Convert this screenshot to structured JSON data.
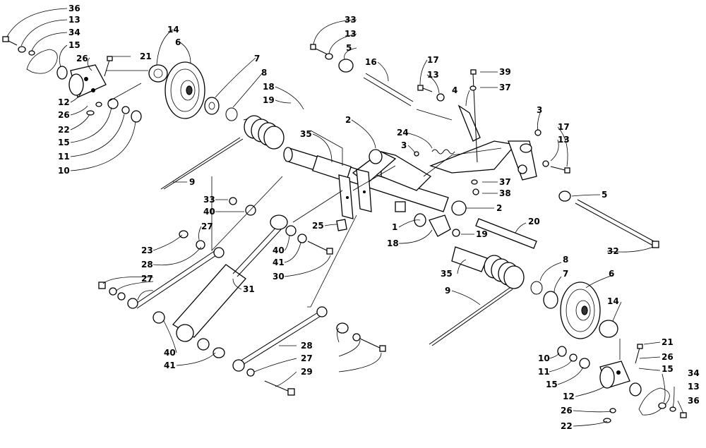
{
  "callouts": [
    {
      "id": "c1",
      "text": "36"
    },
    {
      "id": "c2",
      "text": "13"
    },
    {
      "id": "c3",
      "text": "34"
    },
    {
      "id": "c4",
      "text": "15"
    },
    {
      "id": "c5",
      "text": "26"
    },
    {
      "id": "c6",
      "text": "21"
    },
    {
      "id": "c7",
      "text": "14"
    },
    {
      "id": "c8",
      "text": "6"
    },
    {
      "id": "c9",
      "text": "12"
    },
    {
      "id": "c10",
      "text": "26"
    },
    {
      "id": "c11",
      "text": "22"
    },
    {
      "id": "c12",
      "text": "15"
    },
    {
      "id": "c13",
      "text": "11"
    },
    {
      "id": "c14",
      "text": "10"
    },
    {
      "id": "c15",
      "text": "7"
    },
    {
      "id": "c16",
      "text": "8"
    },
    {
      "id": "c17",
      "text": "18"
    },
    {
      "id": "c18",
      "text": "19"
    },
    {
      "id": "c19",
      "text": "35"
    },
    {
      "id": "c20",
      "text": "9"
    },
    {
      "id": "c21",
      "text": "33"
    },
    {
      "id": "c22",
      "text": "40"
    },
    {
      "id": "c23",
      "text": "27"
    },
    {
      "id": "c24",
      "text": "23"
    },
    {
      "id": "c25",
      "text": "28"
    },
    {
      "id": "c26",
      "text": "27"
    },
    {
      "id": "c27",
      "text": "31"
    },
    {
      "id": "c28",
      "text": "40"
    },
    {
      "id": "c29",
      "text": "41"
    },
    {
      "id": "c30",
      "text": "40"
    },
    {
      "id": "c31",
      "text": "41"
    },
    {
      "id": "c32",
      "text": "30"
    },
    {
      "id": "c33",
      "text": "25"
    },
    {
      "id": "c34",
      "text": "33"
    },
    {
      "id": "c35",
      "text": "13"
    },
    {
      "id": "c36",
      "text": "5"
    },
    {
      "id": "c37",
      "text": "16"
    },
    {
      "id": "c38",
      "text": "17"
    },
    {
      "id": "c39",
      "text": "13"
    },
    {
      "id": "c40",
      "text": "4"
    },
    {
      "id": "c41",
      "text": "39"
    },
    {
      "id": "c42",
      "text": "37"
    },
    {
      "id": "c43",
      "text": "2"
    },
    {
      "id": "c44",
      "text": "24"
    },
    {
      "id": "c45",
      "text": "3"
    },
    {
      "id": "c46",
      "text": "3"
    },
    {
      "id": "c47",
      "text": "17"
    },
    {
      "id": "c48",
      "text": "13"
    },
    {
      "id": "c49",
      "text": "37"
    },
    {
      "id": "c50",
      "text": "38"
    },
    {
      "id": "c51",
      "text": "5"
    },
    {
      "id": "c52",
      "text": "2"
    },
    {
      "id": "c53",
      "text": "1"
    },
    {
      "id": "c54",
      "text": "18"
    },
    {
      "id": "c55",
      "text": "19"
    },
    {
      "id": "c56",
      "text": "20"
    },
    {
      "id": "c57",
      "text": "32"
    },
    {
      "id": "c58",
      "text": "35"
    },
    {
      "id": "c59",
      "text": "9"
    },
    {
      "id": "c60",
      "text": "8"
    },
    {
      "id": "c61",
      "text": "7"
    },
    {
      "id": "c62",
      "text": "6"
    },
    {
      "id": "c63",
      "text": "14"
    },
    {
      "id": "c64",
      "text": "21"
    },
    {
      "id": "c65",
      "text": "26"
    },
    {
      "id": "c66",
      "text": "10"
    },
    {
      "id": "c67",
      "text": "11"
    },
    {
      "id": "c68",
      "text": "15"
    },
    {
      "id": "c69",
      "text": "15"
    },
    {
      "id": "c70",
      "text": "12"
    },
    {
      "id": "c71",
      "text": "34"
    },
    {
      "id": "c72",
      "text": "13"
    },
    {
      "id": "c73",
      "text": "36"
    },
    {
      "id": "c74",
      "text": "26"
    },
    {
      "id": "c75",
      "text": "22"
    },
    {
      "id": "c76",
      "text": "28"
    },
    {
      "id": "c77",
      "text": "27"
    },
    {
      "id": "c78",
      "text": "29"
    }
  ]
}
